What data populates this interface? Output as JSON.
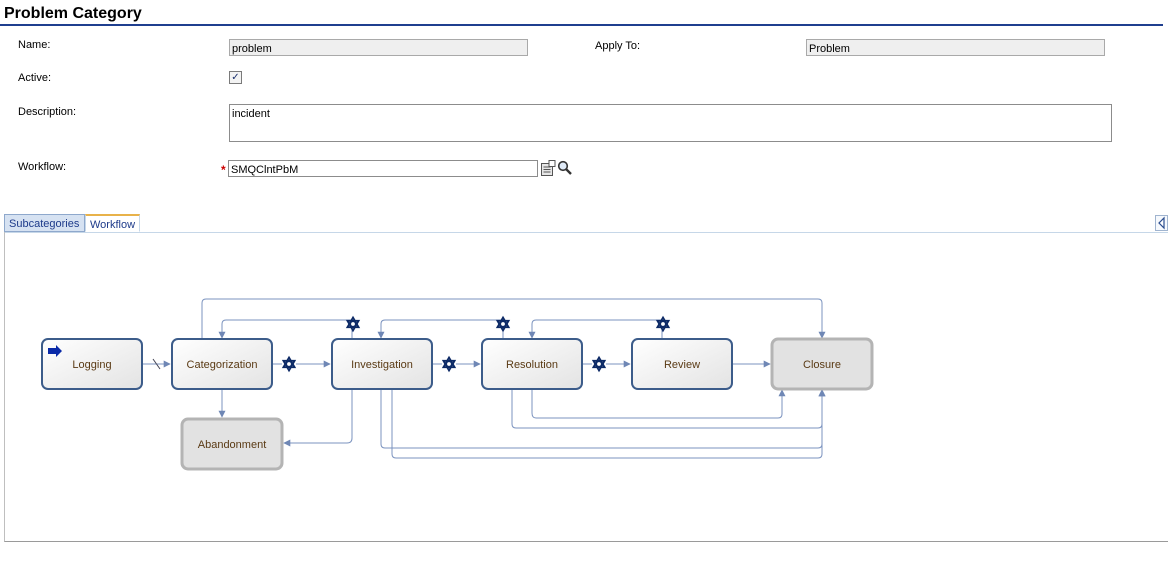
{
  "page": {
    "title": "Problem Category"
  },
  "form": {
    "name_label": "Name:",
    "name_value": "problem",
    "apply_to_label": "Apply To:",
    "apply_to_value": "Problem",
    "active_label": "Active:",
    "active_checked": true,
    "active_check_glyph": "✓",
    "description_label": "Description:",
    "description_value": "incident",
    "workflow_label": "Workflow:",
    "workflow_required_mark": "*",
    "workflow_value": "SMQClntPbM",
    "workflow_icons": [
      "lookup-list-icon",
      "search-icon"
    ]
  },
  "tabs": [
    {
      "label": "Subcategories",
      "active": false
    },
    {
      "label": "Workflow",
      "active": true
    }
  ],
  "workflow": {
    "phases": [
      {
        "id": "logging",
        "label": "Logging",
        "kind": "normal",
        "start": true
      },
      {
        "id": "categorization",
        "label": "Categorization",
        "kind": "normal"
      },
      {
        "id": "investigation",
        "label": "Investigation",
        "kind": "normal"
      },
      {
        "id": "resolution",
        "label": "Resolution",
        "kind": "normal"
      },
      {
        "id": "review",
        "label": "Review",
        "kind": "normal"
      },
      {
        "id": "closure",
        "label": "Closure",
        "kind": "final"
      },
      {
        "id": "abandonment",
        "label": "Abandonment",
        "kind": "final"
      }
    ],
    "colors": {
      "node_border": "#3c5c8a",
      "final_border": "#b4b4b4",
      "text": "#5a3a14",
      "line": "#7b93bf",
      "gear": "#0d2a66",
      "start_arrow": "#0a2aa8"
    }
  }
}
